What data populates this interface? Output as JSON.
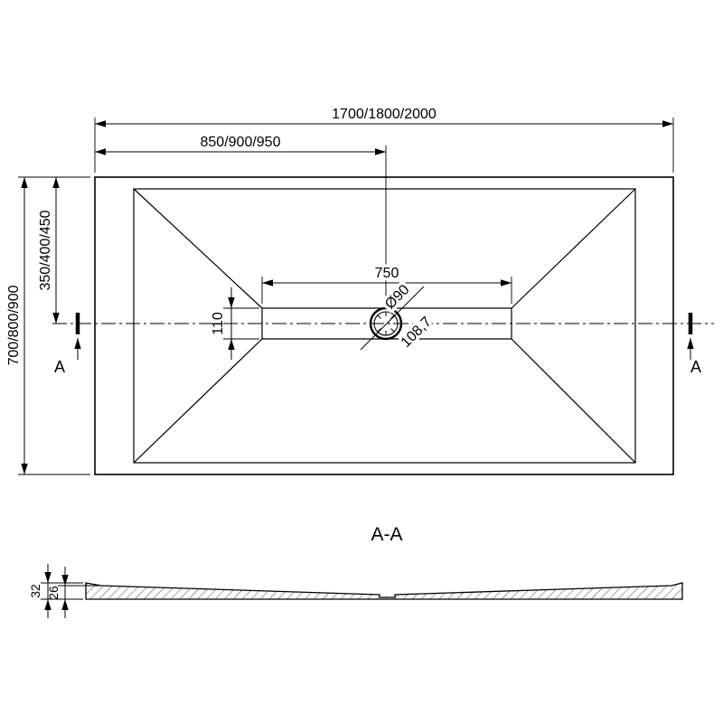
{
  "top_view": {
    "dim_overall_width": "1700/1800/2000",
    "dim_drain_offset_width": "850/900/950",
    "dim_overall_depth": "700/800/900",
    "dim_drain_offset_depth": "350/400/450",
    "dim_channel_length": "750",
    "dim_channel_width": "110",
    "dim_drain_diameter": "Ø90",
    "dim_drain_diagonal": "108,7",
    "section_cut": {
      "left_label": "A",
      "right_label": "A"
    }
  },
  "section_view": {
    "title": "A-A",
    "dim_edge_height": "32",
    "dim_base_height": "26"
  },
  "colors": {
    "line": "#000000",
    "background": "#ffffff"
  }
}
